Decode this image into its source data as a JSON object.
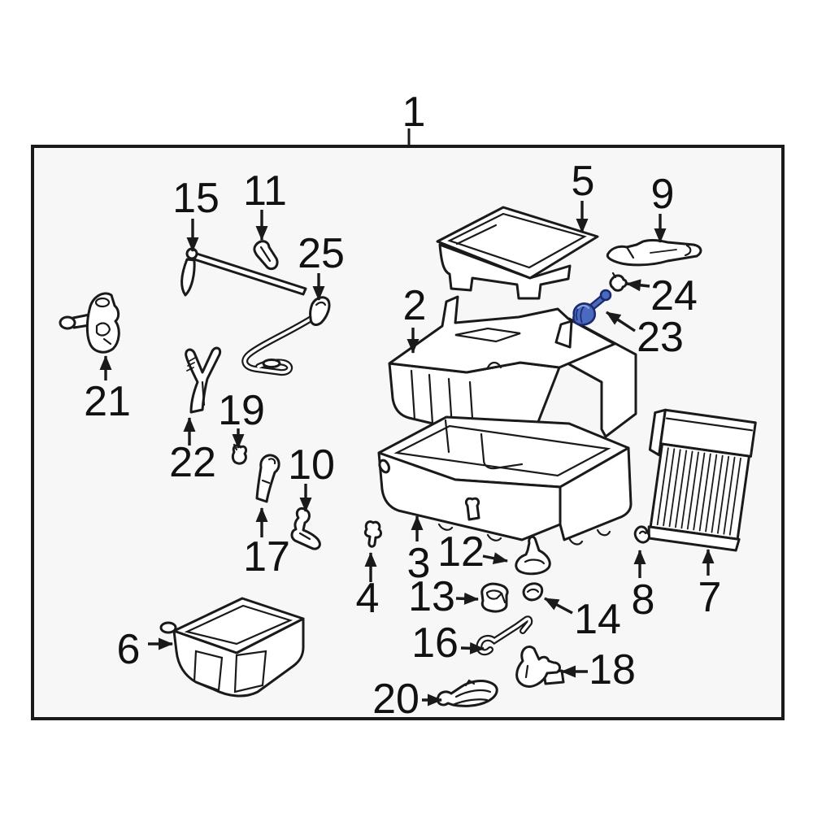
{
  "page": {
    "background": "#ffffff"
  },
  "diagram": {
    "type": "exploded-parts-diagram",
    "frame": {
      "border_color": "#1a1a1a",
      "background": "#f7f7f7"
    },
    "line_color": "#1a1a1a",
    "part_fill": "#ffffff",
    "highlighted_part": {
      "number": "23",
      "fill": "#4a6abf",
      "stroke": "#1c2a6e"
    },
    "callouts": [
      {
        "label": "1"
      },
      {
        "label": "2"
      },
      {
        "label": "3"
      },
      {
        "label": "4"
      },
      {
        "label": "5"
      },
      {
        "label": "6"
      },
      {
        "label": "7"
      },
      {
        "label": "8"
      },
      {
        "label": "9"
      },
      {
        "label": "10"
      },
      {
        "label": "11"
      },
      {
        "label": "12"
      },
      {
        "label": "13"
      },
      {
        "label": "14"
      },
      {
        "label": "15"
      },
      {
        "label": "16"
      },
      {
        "label": "17"
      },
      {
        "label": "18"
      },
      {
        "label": "19"
      },
      {
        "label": "20"
      },
      {
        "label": "21"
      },
      {
        "label": "22"
      },
      {
        "label": "23"
      },
      {
        "label": "24"
      },
      {
        "label": "25"
      }
    ]
  }
}
